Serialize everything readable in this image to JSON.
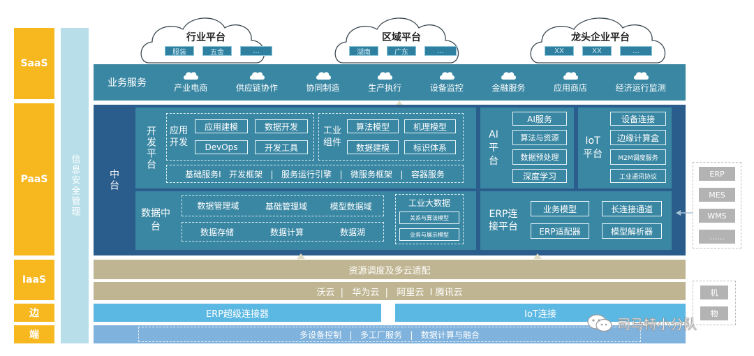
{
  "left_labels": {
    "saas": "SaaS",
    "paas": "PaaS",
    "iaas": "IaaS",
    "edge": "边",
    "end": "端"
  },
  "security": "信息安全管理",
  "clouds": [
    {
      "title": "行业平台",
      "chips": [
        "服装",
        "五金",
        "..."
      ]
    },
    {
      "title": "区域平台",
      "chips": [
        "湖南",
        "广东",
        "..."
      ]
    },
    {
      "title": "龙头企业平台",
      "chips": [
        "XX",
        "XX",
        "..."
      ]
    }
  ],
  "business": {
    "label": "业务服务",
    "items": [
      "产业电商",
      "供应链协作",
      "协同制造",
      "生产执行",
      "设备监控",
      "金融服务",
      "应用商店",
      "经济运行监测"
    ]
  },
  "zhongtai": "中台",
  "dev_platform": {
    "label": "开发平台",
    "app_dev": {
      "label": "应用开发",
      "items": [
        "应用建模",
        "数据开发",
        "DevOps",
        "开发工具"
      ]
    },
    "industrial": {
      "label": "工业组件",
      "items": [
        "算法模型",
        "机理模型",
        "数据建模",
        "标识体系"
      ]
    },
    "basic_services": "基础服务I   开发框架   |   服务运行引擎   |   微服务框架   |   容器服务"
  },
  "ai_platform": {
    "label": "AI平台",
    "items": [
      "AI服务",
      "算法与资源",
      "数据预处理",
      "深度学习"
    ]
  },
  "iot_platform": {
    "label": "IoT平台",
    "items": [
      "设备连接",
      "边缘计算盒",
      "M2M调度服务",
      "工业通讯协议"
    ]
  },
  "data_platform": {
    "label": "数据中台",
    "row1": [
      "数据管理域",
      "基础管理域",
      "模型数据域"
    ],
    "row2": [
      "数据存储",
      "数据计算",
      "数据湖"
    ],
    "bigdata": {
      "label": "工业大数据",
      "items": [
        "关系与算法模型",
        "业务与展示模型"
      ]
    }
  },
  "erp_platform": {
    "label": "ERP连接平台",
    "items": [
      "业务模型",
      "长连接通道",
      "ERP适配器",
      "模型解析器"
    ]
  },
  "side_systems": [
    "ERP",
    "MES",
    "WMS",
    "......"
  ],
  "side_devices": [
    "机",
    "物"
  ],
  "resource": "资源调度及多云适配",
  "clouds_bar": "沃云  |   华为云  |   阿里云  I 腾讯云",
  "erp_connector": "ERP超级连接器",
  "iot_connect": "IoT连接",
  "end_bar": "多设备控制   |   多工厂服务   |   数据计算与融合",
  "watermark": "司马特小分队",
  "colors": {
    "saas_blue": "#3a87a3",
    "paas_blue": "#2a5d8c",
    "tan": "#c0b592",
    "light_blue": "#5bb8e3",
    "yellow": "#f7b81f"
  }
}
